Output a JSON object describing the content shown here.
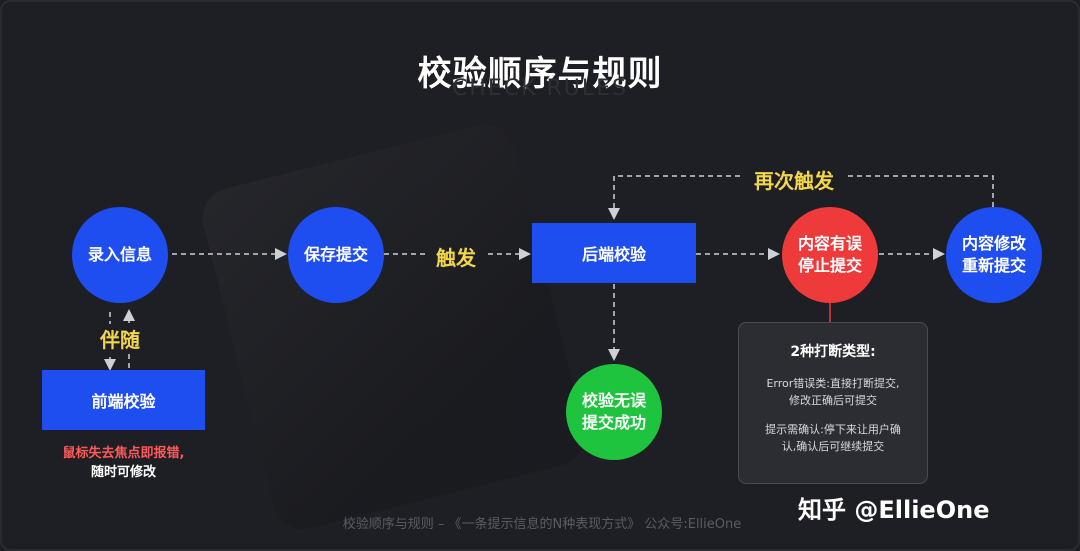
{
  "title": "校验顺序与规则",
  "subtitle": "CHECK RULES",
  "nodes": {
    "input_info": "录入信息",
    "save_submit": "保存提交",
    "backend_check": "后端校验",
    "content_error_line1": "内容有误",
    "content_error_line2": "停止提交",
    "modify_line1": "内容修改",
    "modify_line2": "重新提交",
    "success_line1": "校验无误",
    "success_line2": "提交成功",
    "frontend_check": "前端校验"
  },
  "labels": {
    "accompany": "伴随",
    "trigger": "触发",
    "resubmit": "再次触发"
  },
  "frontend_notes": {
    "red": "鼠标失去焦点即报错,",
    "white": "随时可修改"
  },
  "interrupt_box": {
    "title": "2种打断类型:",
    "error_line1": "Error错误类:直接打断提交,",
    "error_line2": "修改正确后可提交",
    "confirm_line1": "提示需确认:停下来让用户确",
    "confirm_line2": "认,确认后可继续提交"
  },
  "footer": "校验顺序与规则 – 《一条提示信息的N种表现方式》 公众号:EllieOne",
  "watermark": "知乎 @EllieOne",
  "colors": {
    "background": "#1e1f24",
    "blue": "#1f4ef0",
    "red": "#ee3a3a",
    "green": "#1fc43e",
    "yellow_label": "#f2d64b",
    "warn_red": "#ff5a5a"
  }
}
